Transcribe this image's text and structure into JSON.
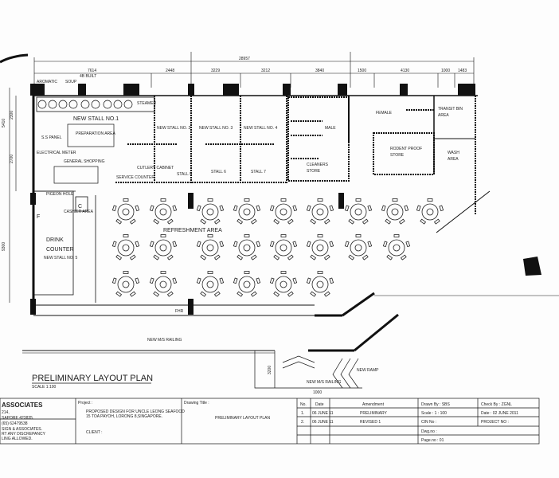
{
  "drawing": {
    "title": "PRELIMINARY LAYOUT PLAN",
    "scale_note": "SCALE 1:100",
    "dimensions": {
      "overall": "28957",
      "segments": [
        "7614",
        "2448",
        "3229",
        "3212",
        "3840",
        "1500",
        "4130",
        "1000",
        "1483"
      ],
      "left_side": [
        "2300",
        "2700",
        "5410",
        "9300"
      ],
      "ramp_height": "3200",
      "ramp_width": "1000"
    },
    "rooms": {
      "stall1": "NEW STALL NO.1",
      "stall2": "NEW STALL NO. 2",
      "stall3": "NEW STALL NO. 3",
      "stall4": "NEW STALL NO. 4",
      "drink1": "DRINK",
      "drink2": "COUNTER",
      "stall5": "NEW STALL NO. 5",
      "prep": "PREPARATION AREA",
      "male": "MALE",
      "female": "FEMALE",
      "transit1": "TRANSIT BIN",
      "transit2": "AREA",
      "rodent1": "RODENT PROOF",
      "rodent2": "STORE",
      "wash1": "WASH",
      "wash2": "AREA",
      "cleaners1": "CLEANERS",
      "cleaners2": "STORE",
      "refreshment": "REFRESHMENT AREA",
      "new_ramp": "NEW RAMP",
      "railing": "NEW M/S RAILING",
      "railing2": "NEW M/S RAILING"
    },
    "fixtures": {
      "steamer": "STEAMER",
      "ss_panel": "S.S PANEL",
      "electrical_meter": "ELECTRICAL METER",
      "general_shopping": "GENERAL SHOPPING",
      "service_counter": "SERVICE COUNTER",
      "cutlery_cabinet": "CUTLERY CABINET",
      "stall5_label": "STALL 5",
      "stall6": "STALL 6",
      "stall7": "STALL 7",
      "cashier": "CASHIER AREA",
      "pigeon_hole": "PIGEON HOLE",
      "fhr": "FHR",
      "c": "C",
      "f": "F",
      "aromatic": "AROMATIC",
      "soup": "SOUP",
      "built": "4B BUILT"
    }
  },
  "title_block": {
    "company": "ASSOCIATES",
    "address1": "214,",
    "address2": "SAPORE 423835.",
    "phone": "(65) 62479538",
    "note1": "SIGN & ASSOCIATES.",
    "note2": "RT ANY DISCREPANCY",
    "note3": "LING ALLOWED.",
    "project_label": "Project :",
    "project1": "PROPOSED DESIGN FOR UNCLE LEONG SEAFOOD",
    "project2": "15 TOA PAYOH, LORONG 8,SINGAPORE.",
    "client_label": "CLIENT :",
    "drawing_title_label": "Drawing Title :",
    "drawing_title": "PRELIMINARY LAYOUT PLAN",
    "amend_headers": [
      "No.",
      "Date",
      "Amendment"
    ],
    "amendments": [
      {
        "no": "1.",
        "date": "06 JUNE 11",
        "text": "PRELIMINARY"
      },
      {
        "no": "2.",
        "date": "06 JUNE 11",
        "text": "REVISED 1"
      }
    ],
    "drawn_by": "Drawn By :   SBS",
    "check_by": "Check By :   ZGNL",
    "scale": "Scale     :   1 : 100",
    "date": "Date      :   02 JUNE 2011",
    "cin": "CIN No   :",
    "project_no": "PROJECT NO :",
    "dwg": "Dwg.no   :",
    "page": "Page.no  :   01"
  }
}
